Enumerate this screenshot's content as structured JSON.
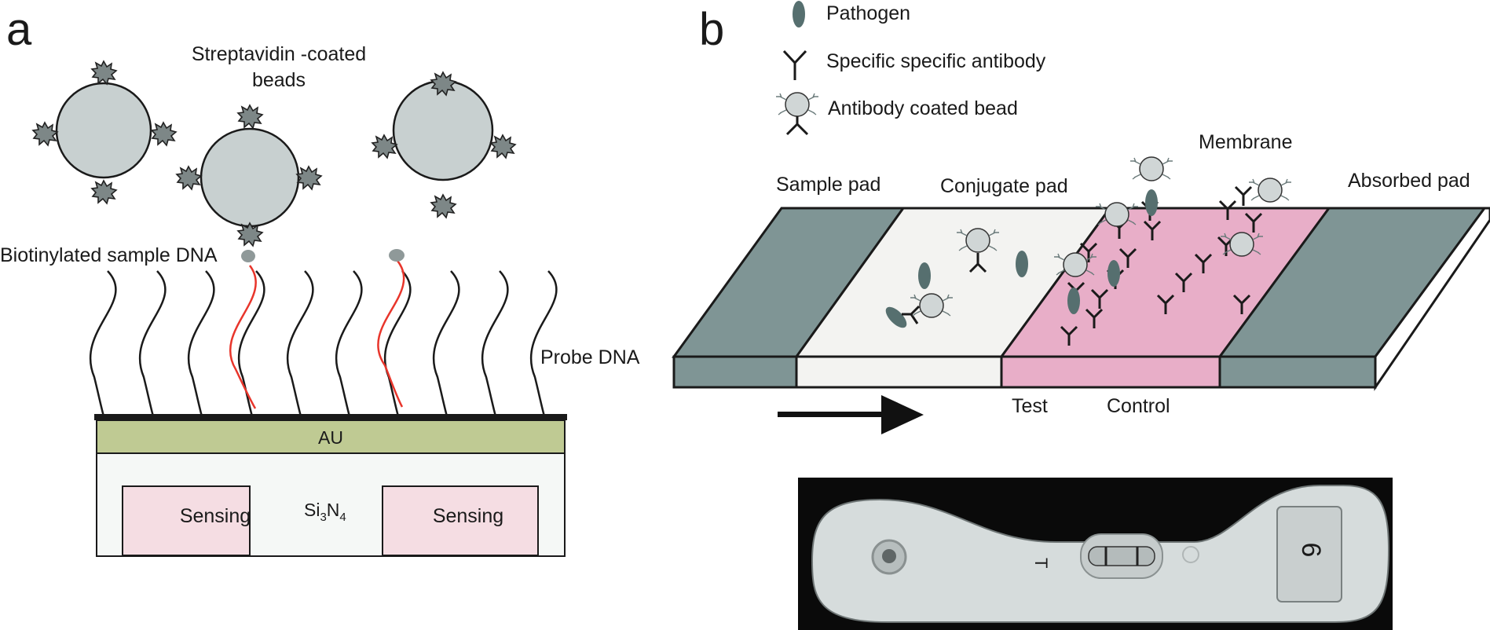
{
  "panel_a": {
    "letter": "a",
    "bead_label_line1": "Streptavidin -coated",
    "bead_label_line2": "beads",
    "sample_dna_label": "Biotinylated sample DNA",
    "probe_dna_label": "Probe DNA",
    "au_label": "AU",
    "sensing_left": "Sensing",
    "sensing_right": "Sensing",
    "substrate_si": "Si",
    "substrate_si_sub": "3",
    "substrate_n": "N",
    "substrate_n_sub": "4",
    "colors": {
      "bead": "#c8d0d0",
      "au": "#bfca93",
      "sensing": "#f5dde3",
      "hybrid_strand": "#e8352b"
    }
  },
  "panel_b": {
    "letter": "b",
    "legend": [
      {
        "icon": "pathogen-icon",
        "label": "Pathogen"
      },
      {
        "icon": "antibody-icon",
        "label": "Specific specific antibody"
      },
      {
        "icon": "coated-bead-icon",
        "label": "Antibody coated bead"
      }
    ],
    "membrane_label": "Membrane",
    "sample_pad_label": "Sample pad",
    "conjugate_pad_label": "Conjugate pad",
    "absorbed_pad_label": "Absorbed pad",
    "test_label": "Test",
    "control_label": "Control",
    "device_window_mark": "6",
    "colors": {
      "pad_grey": "#7f9595",
      "conjugate": "#f3f3f1",
      "membrane": "#e8aec8",
      "pathogen": "#566f6f"
    }
  }
}
